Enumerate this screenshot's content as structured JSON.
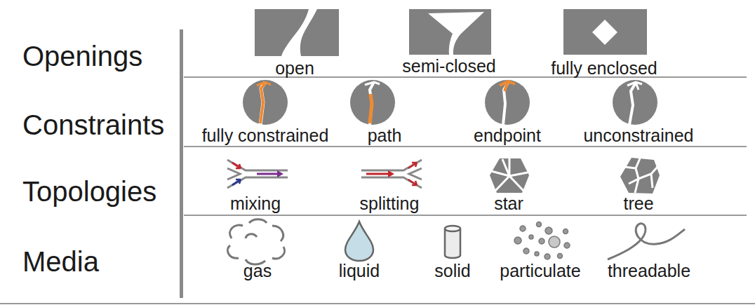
{
  "diagram": {
    "labels": [
      "Openings",
      "open",
      "semi-closed",
      "fully enclosed",
      "Constraints",
      "fully constrained",
      "path",
      "endpoint",
      "unconstrained",
      "Topologies",
      "mixing",
      "splitting",
      "star",
      "tree",
      "Media",
      "gas",
      "liquid",
      "solid",
      "particulate",
      "threadable"
    ]
  }
}
